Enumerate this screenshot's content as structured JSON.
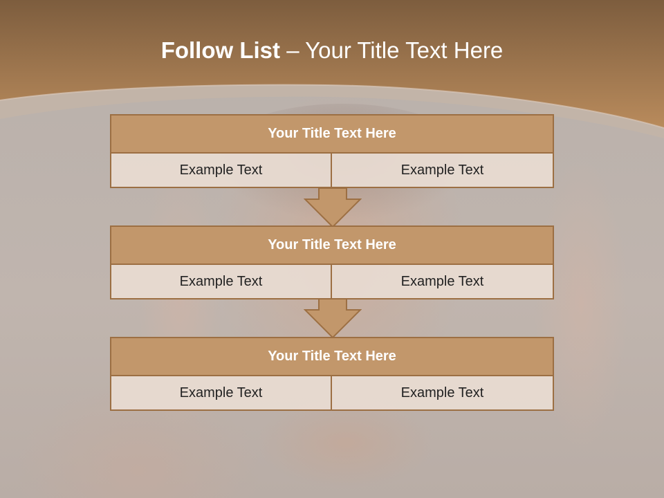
{
  "slide": {
    "title_bold": "Follow List",
    "title_rest": " – Your Title Text Here"
  },
  "steps": [
    {
      "title": "Your Title Text Here",
      "left": "Example Text",
      "right": "Example Text"
    },
    {
      "title": "Your Title Text Here",
      "left": "Example Text",
      "right": "Example Text"
    },
    {
      "title": "Your Title Text Here",
      "left": "Example Text",
      "right": "Example Text"
    }
  ],
  "colors": {
    "header_top": "#7d5d3e",
    "header_bottom": "#b98b5c",
    "box_head": "#c2976b",
    "box_border": "#9c6f43",
    "cell_bg": "#e8dcd2"
  }
}
